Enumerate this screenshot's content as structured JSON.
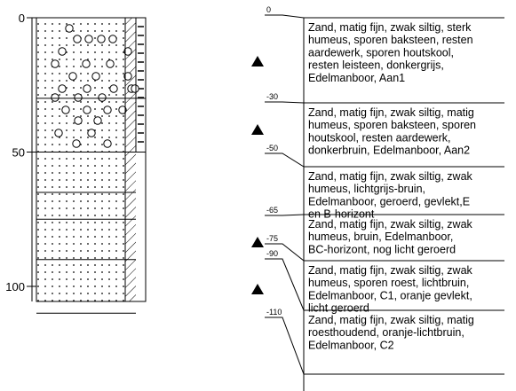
{
  "depth_axis": {
    "ticks": [
      {
        "value": 0,
        "label": "0"
      },
      {
        "value": 50,
        "label": "50"
      },
      {
        "value": 100,
        "label": "100"
      }
    ]
  },
  "layer_boundaries_cm": [
    0,
    30,
    50,
    65,
    75,
    90,
    110
  ],
  "samples": [
    {
      "name": "sample-marker",
      "layer": 1
    },
    {
      "name": "sample-marker",
      "layer": 2
    },
    {
      "name": "sample-marker",
      "layer": 5
    },
    {
      "name": "sample-marker",
      "layer": 6
    }
  ],
  "layers": [
    {
      "depth_label": "0",
      "lines": [
        "Zand, matig fijn, zwak siltig, sterk",
        "humeus, sporen baksteen, resten",
        "aardewerk, sporen houtskool,",
        "resten leisteen, donkergrijs,",
        "Edelmanboor, Aan1"
      ]
    },
    {
      "depth_label": "-30",
      "lines": [
        "Zand, matig fijn, zwak siltig, matig",
        "humeus, sporen baksteen, sporen",
        "houtskool, resten aardewerk,",
        "donkerbruin, Edelmanboor, Aan2"
      ]
    },
    {
      "depth_label": "-50",
      "lines": [
        "Zand, matig fijn, zwak siltig, zwak",
        "humeus, lichtgrijs-bruin,",
        "Edelmanboor, geroerd, gevlekt,E",
        "en B-horizont"
      ]
    },
    {
      "depth_label": "-65",
      "lines": [
        "Zand, matig fijn, zwak siltig, zwak",
        "humeus, bruin, Edelmanboor,",
        "BC-horizont, nog licht geroerd"
      ]
    },
    {
      "depth_label": "-75",
      "lines": [
        "Zand, matig fijn, zwak siltig, zwak",
        "humeus, sporen roest, lichtbruin,",
        "Edelmanboor, C1, oranje gevlekt,",
        "licht geroerd"
      ]
    },
    {
      "depth_label": "-90",
      "lines": [
        "Zand, matig fijn, zwak siltig, matig",
        "roesthoudend, oranje-lichtbruin,",
        "Edelmanboor, C2"
      ]
    },
    {
      "depth_label": "-110",
      "lines": []
    }
  ]
}
